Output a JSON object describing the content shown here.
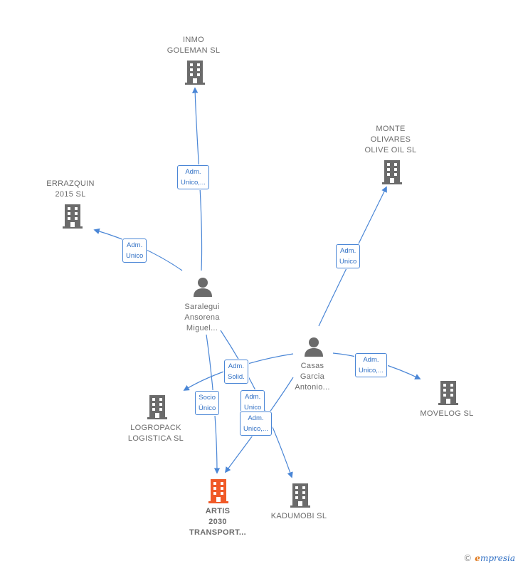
{
  "colors": {
    "edge": "#4a86d6",
    "company_icon": "#6b6b6b",
    "focus_icon": "#f05a28",
    "person_icon": "#6b6b6b"
  },
  "nodes": {
    "inmo": {
      "type": "company",
      "lines": [
        "INMO",
        "GOLEMAN  SL"
      ]
    },
    "monte": {
      "type": "company",
      "lines": [
        "MONTE",
        "OLIVARES",
        "OLIVE OIL SL"
      ]
    },
    "errazquin": {
      "type": "company",
      "lines": [
        "ERRAZQUIN",
        "2015  SL"
      ]
    },
    "saralegui": {
      "type": "person",
      "lines": [
        "Saralegui",
        "Ansorena",
        "Miguel..."
      ]
    },
    "casas": {
      "type": "person",
      "lines": [
        "Casas",
        "Garcia",
        "Antonio..."
      ]
    },
    "movelog": {
      "type": "company",
      "lines": [
        "MOVELOG  SL"
      ]
    },
    "logropack": {
      "type": "company",
      "lines": [
        "LOGROPACK",
        "LOGISTICA  SL"
      ]
    },
    "artis": {
      "type": "focus",
      "lines": [
        "ARTIS",
        "2030",
        "TRANSPORT..."
      ]
    },
    "kadumobi": {
      "type": "company",
      "lines": [
        "KADUMOBI  SL"
      ]
    }
  },
  "relations": {
    "r_inmo": [
      "Adm.",
      "Unico,..."
    ],
    "r_errazquin": [
      "Adm.",
      "Unico"
    ],
    "r_monte": [
      "Adm.",
      "Unico"
    ],
    "r_movelog": [
      "Adm.",
      "Unico,..."
    ],
    "r_logropack": [
      "Adm.",
      "Solid."
    ],
    "r_artis_socio": [
      "Socio",
      "Único"
    ],
    "r_kadumobi": [
      "Adm.",
      "Unico"
    ],
    "r_artis_adm": [
      "Adm.",
      "Unico,..."
    ]
  },
  "footer": {
    "copyright": "©",
    "brand_initial": "e",
    "brand_rest": "mpresia"
  }
}
